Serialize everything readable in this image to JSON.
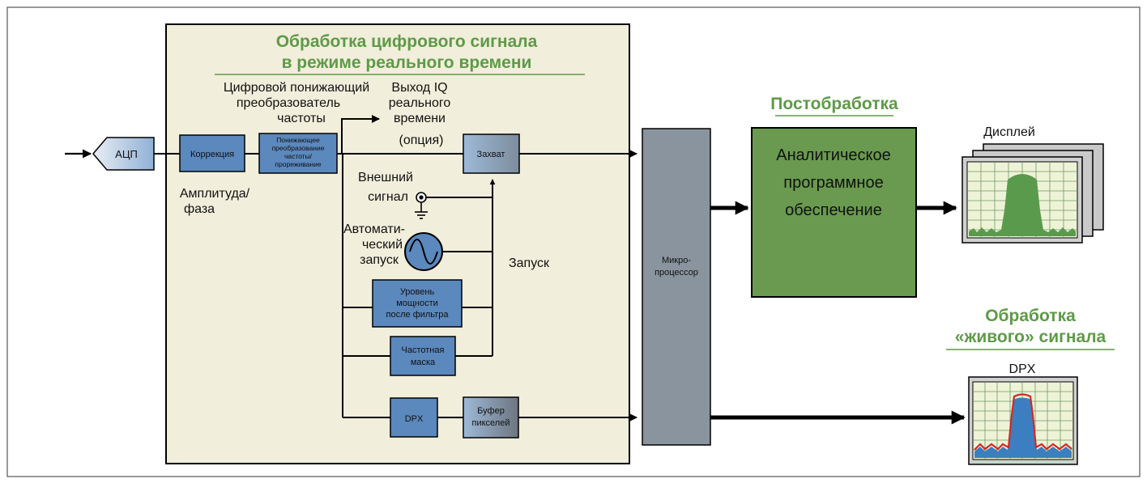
{
  "colors": {
    "rt_panel_bg": "#f1eedb",
    "block_blue": "#5b88bd",
    "processor_gray": "#8a949e",
    "post_green": "#699a4f",
    "title_green": "#5e9a48",
    "screen_bg": "#eef3d8",
    "screen_grid": "#6f9860",
    "spectrum_green": "#5a9a4c",
    "dpx_blue": "#3c7fc0",
    "dpx_red": "#d22828"
  },
  "rt_section": {
    "title_line1": "Обработка цифрового сигнала",
    "title_line2": "в режиме реального времени",
    "ddc_label_line1": "Цифровой понижающий",
    "ddc_label_line2": "преобразователь",
    "ddc_label_line3": "частоты",
    "iq_label_line1": "Выход IQ",
    "iq_label_line2": "реального",
    "iq_label_line3": "времени",
    "iq_label_line4": "(опция)",
    "amp_label_line1": "Амплитуда/",
    "amp_label_line2": "фаза",
    "ext_label_line1": "Внешний",
    "ext_label_line2": "сигнал",
    "auto_label_line1": "Автомати-",
    "auto_label_line2": "ческий",
    "auto_label_line3": "запуск",
    "trigger_label": "Запуск"
  },
  "blocks": {
    "adc": "АЦП",
    "correction": "Коррекция",
    "ddc_line1": "Понижающее",
    "ddc_line2": "преобразование",
    "ddc_line3": "частоты/",
    "ddc_line4": "прореживание",
    "capture": "Захват",
    "power_line1": "Уровень",
    "power_line2": "мощности",
    "power_line3": "после фильтра",
    "mask_line1": "Частотная",
    "mask_line2": "маска",
    "dpx": "DPX",
    "pixbuf_line1": "Буфер",
    "pixbuf_line2": "пикселей",
    "cpu_line1": "Микро-",
    "cpu_line2": "процессор"
  },
  "post_section": {
    "title": "Постобработка",
    "box_line1": "Аналитическое",
    "box_line2": "программное",
    "box_line3": "обеспечение",
    "display_label": "Дисплей"
  },
  "live_section": {
    "title_line1": "Обработка",
    "title_line2": "«живого» сигнала",
    "dpx_label": "DPX"
  }
}
